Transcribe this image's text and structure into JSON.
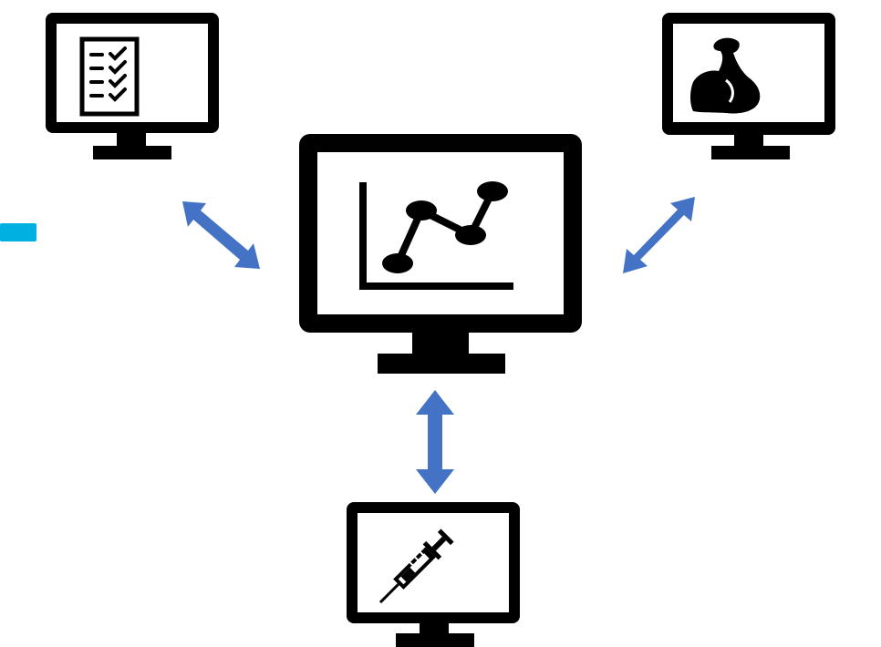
{
  "colors": {
    "monitor": "#000000",
    "screen": "#ffffff",
    "arrow": "#4472c4",
    "accent_bar": "#00b0e0"
  },
  "nodes": [
    {
      "id": "checklist",
      "icon": "checklist-icon"
    },
    {
      "id": "chart",
      "icon": "line-chart-icon"
    },
    {
      "id": "strength",
      "icon": "flexed-bicep-icon"
    },
    {
      "id": "injection",
      "icon": "syringe-icon"
    }
  ],
  "connections": [
    {
      "from": "checklist",
      "to": "chart",
      "direction": "bidirectional"
    },
    {
      "from": "strength",
      "to": "chart",
      "direction": "bidirectional"
    },
    {
      "from": "injection",
      "to": "chart",
      "direction": "bidirectional"
    }
  ]
}
